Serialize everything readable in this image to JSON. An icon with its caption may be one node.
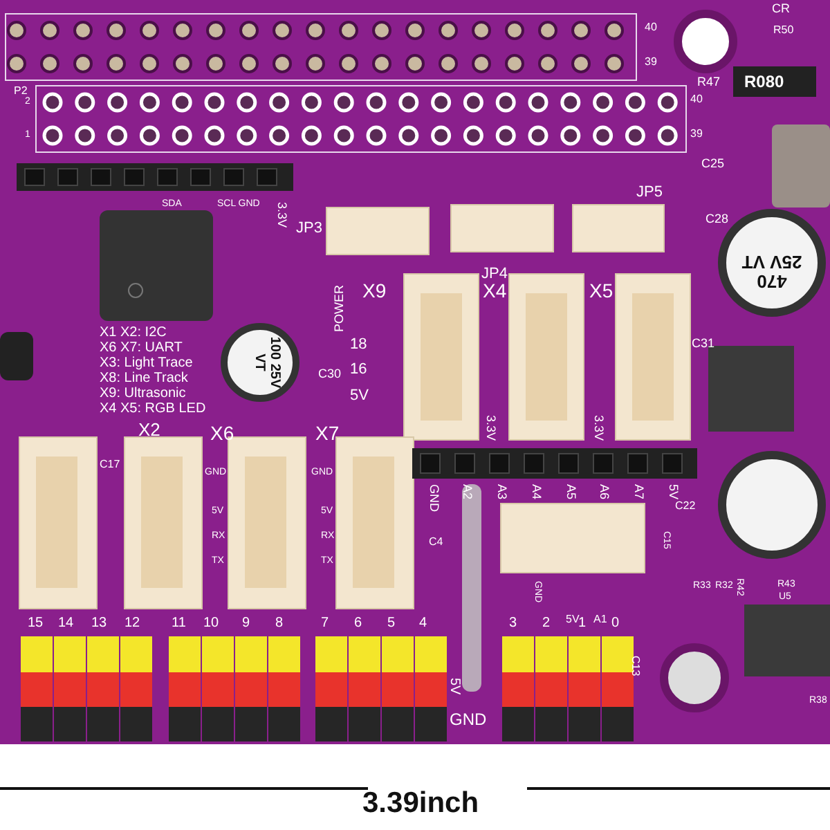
{
  "diagram": {
    "labels": [
      "40",
      "39",
      "P2",
      "2",
      "1",
      "40",
      "39",
      "CR",
      "R50",
      "R47",
      "R080",
      "SDA",
      "SCL GND",
      "3.3V",
      "JP3",
      "JP4",
      "JP5",
      "C25",
      "C28",
      "470 25V VT",
      "POWER",
      "X9",
      "X4",
      "X5",
      "18",
      "16",
      "5V",
      "3.3V",
      "3.3V",
      "C31",
      "C30",
      "100 25V VT",
      "X1 X2: I2C",
      "X6 X7: UART",
      "X3: Light Trace",
      "X8: Line Track",
      "X9: Ultrasonic",
      "X4 X5: RGB LED",
      "C17",
      "X2",
      "X6",
      "X7",
      "GND",
      "5V",
      "RX",
      "TX",
      "GND",
      "5V",
      "RX",
      "TX",
      "GND",
      "A2",
      "A3",
      "A4",
      "A5",
      "A6",
      "A7",
      "5V",
      "C22",
      "C4",
      "GND",
      "5V",
      "A1",
      "C15",
      "R33",
      "R32",
      "R42",
      "R43",
      "U5",
      "15",
      "14",
      "13",
      "12",
      "11",
      "10",
      "9",
      "8",
      "7",
      "6",
      "5",
      "4",
      "3",
      "2",
      "1",
      "0",
      "5V",
      "GND",
      "C13",
      "R38",
      "3.39inch"
    ]
  }
}
